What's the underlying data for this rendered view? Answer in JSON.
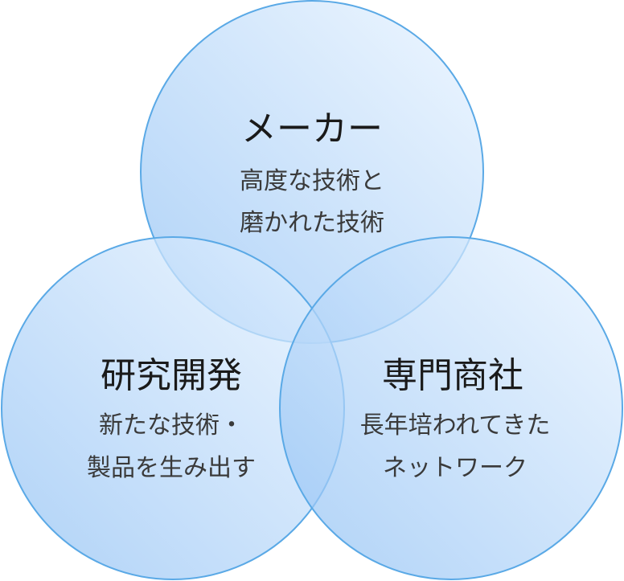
{
  "diagram": {
    "circles": [
      {
        "key": "maker",
        "title": "メーカー",
        "lines": [
          "高度な技術と",
          "磨かれた技術"
        ]
      },
      {
        "key": "rnd",
        "title": "研究開発",
        "lines": [
          "新たな技術・",
          "製品を生み出す"
        ]
      },
      {
        "key": "trading",
        "title": "専門商社",
        "lines": [
          "長年培われてきた",
          "ネットワーク"
        ]
      }
    ]
  },
  "colors": {
    "fill_light": "#e6f2ff",
    "fill_dark": "#9cc7f5",
    "stroke": "#5aa9e6",
    "title_text": "#1a1a1a",
    "body_text": "#3a3a3a"
  }
}
